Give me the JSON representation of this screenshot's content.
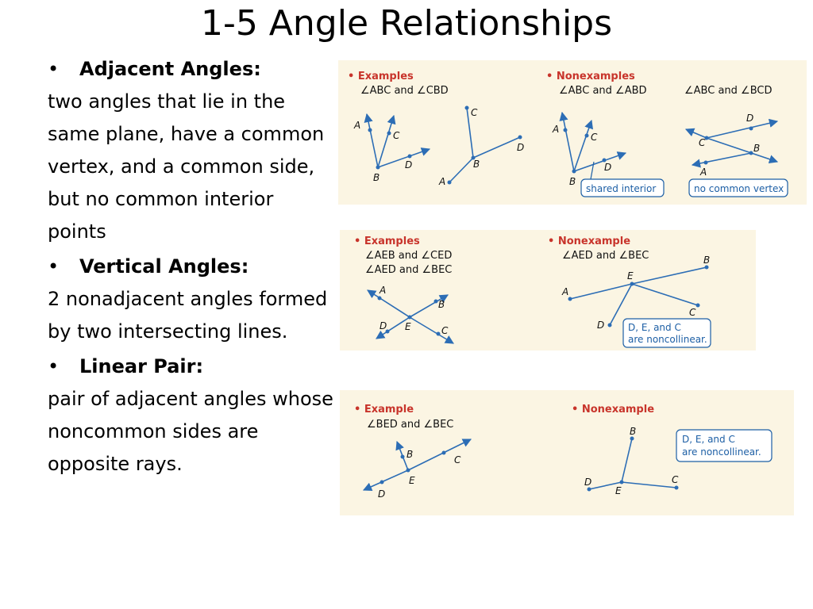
{
  "title": "1-5 Angle Relationships",
  "left": {
    "adjacent_heading": "Adjacent Angles:",
    "adjacent_desc": "two angles that lie in the same plane, have a common vertex, and a common side, but no common interior points",
    "vertical_heading": "Vertical Angles:",
    "vertical_desc": "2 nonadjacent angles formed by two intersecting lines.",
    "linear_heading": "Linear Pair:",
    "linear_desc": "pair of adjacent angles whose noncommon sides are opposite rays."
  },
  "panel1": {
    "examples_heading": "Examples",
    "examples_angles": "∠ABC and ∠CBD",
    "nonexamples_heading": "Nonexamples",
    "nonexample1_angles": "∠ABC and ∠ABD",
    "nonexample2_angles": "∠ABC and ∠BCD",
    "callout1": "shared interior",
    "callout2": "no common vertex"
  },
  "panel2": {
    "examples_heading": "Examples",
    "examples_line1": "∠AEB and ∠CED",
    "examples_line2": "∠AED and ∠BEC",
    "nonexample_heading": "Nonexample",
    "nonexample_angles": "∠AED and ∠BEC",
    "callout_line1": "D, E, and C",
    "callout_line2": "are noncollinear."
  },
  "panel3": {
    "example_heading": "Example",
    "example_angles": "∠BED and ∠BEC",
    "nonexample_heading": "Nonexample",
    "callout_line1": "D, E, and C",
    "callout_line2": "are noncollinear."
  },
  "points": {
    "a": "A",
    "b": "B",
    "c": "C",
    "d": "D",
    "e": "E"
  },
  "colors": {
    "panel_background": "#fbf5e3",
    "heading_red": "#c8342b",
    "ray_blue": "#2c6db5"
  }
}
